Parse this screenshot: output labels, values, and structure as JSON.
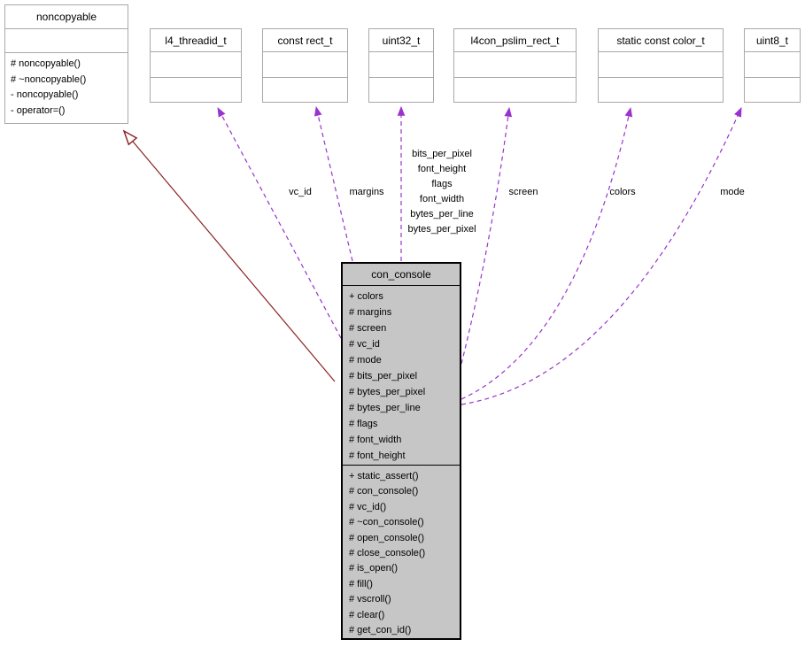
{
  "classes": {
    "con_console": {
      "title": "con_console",
      "attributes": [
        "+ colors",
        "# margins",
        "# screen",
        "# vc_id",
        "# mode",
        "# bits_per_pixel",
        "# bytes_per_pixel",
        "# bytes_per_line",
        "# flags",
        "# font_width",
        "# font_height"
      ],
      "methods": [
        "+ static_assert()",
        "# con_console()",
        "# vc_id()",
        "# ~con_console()",
        "# open_console()",
        "# close_console()",
        "# is_open()",
        "# fill()",
        "# vscroll()",
        "# clear()",
        "# get_con_id()"
      ]
    },
    "noncopyable": {
      "title": "noncopyable",
      "methods": [
        "# noncopyable()",
        "# ~noncopyable()",
        "- noncopyable()",
        "- operator=()"
      ]
    },
    "collaborators": [
      {
        "title": "l4_threadid_t"
      },
      {
        "title": "const rect_t"
      },
      {
        "title": "uint32_t"
      },
      {
        "title": "l4con_pslim_rect_t"
      },
      {
        "title": "static const color_t"
      },
      {
        "title": "uint8_t"
      }
    ]
  },
  "edge_labels": {
    "vc_id": "vc_id",
    "margins": "margins",
    "uint32_stack": [
      "bits_per_pixel",
      "font_height",
      "flags",
      "font_width",
      "bytes_per_line",
      "bytes_per_pixel"
    ],
    "screen": "screen",
    "colors": "colors",
    "mode": "mode"
  },
  "colors": {
    "usage_edge": "#9a32cd",
    "inheritance_edge": "#8b2323",
    "main_class_fill": "#c6c6c6",
    "box_border": "#a9a9a9",
    "main_border": "#000000"
  }
}
